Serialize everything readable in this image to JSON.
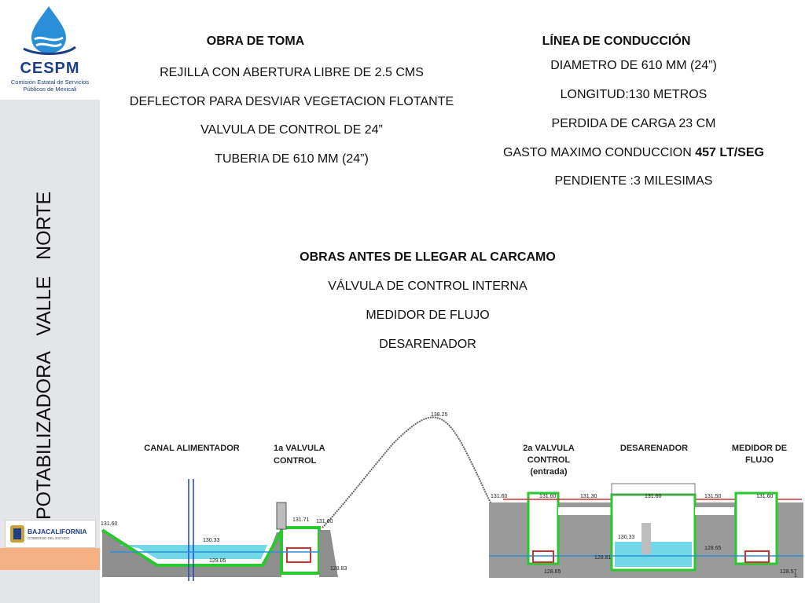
{
  "logo": {
    "name": "CESPM",
    "subtitle_line1": "Comisión Estatal de Servicios",
    "subtitle_line2": "Públicos de Mexicali"
  },
  "side_title": "POTABILIZADORA   VALLE   NORTE",
  "bc_logo": {
    "name": "BAJACALIFORNIA",
    "sub": "GOBIERNO DEL ESTADO"
  },
  "obra_toma": {
    "heading": "OBRA DE TOMA",
    "items": [
      "REJILLA CON  ABERTURA LIBRE DE 2.5 CMS",
      "DEFLECTOR PARA DESVIAR VEGETACION FLOTANTE",
      "VALVULA DE CONTROL DE 24”",
      "TUBERIA DE 610 MM (24”)"
    ]
  },
  "linea_conduccion": {
    "heading": "LÍNEA DE CONDUCCIÓN",
    "items": [
      "DIAMETRO DE 610 MM (24”)",
      "LONGITUD:130 METROS",
      "PERDIDA DE CARGA 23 CM"
    ],
    "gasto_prefix": "GASTO MAXIMO CONDUCCION ",
    "gasto_value": "457 LT/SEG",
    "pendiente": "PENDIENTE :3 MILESIMAS"
  },
  "obras_antes": {
    "heading": "OBRAS ANTES DE LLEGAR AL CARCAMO",
    "items": [
      "VÁLVULA DE CONTROL INTERNA",
      "MEDIDOR DE FLUJO",
      "DESARENADOR"
    ]
  },
  "diagram": {
    "labels": {
      "canal": "CANAL ALIMENTADOR",
      "valvula1_l1": "1a VALVULA",
      "valvula1_l2": "CONTROL",
      "valvula2_l1": "2a VALVULA",
      "valvula2_l2": "CONTROL",
      "valvula2_l3": "(entrada)",
      "desarenador": "DESARENADOR",
      "medidor_l1": "MEDIDOR DE",
      "medidor_l2": "FLUJO"
    },
    "levels": {
      "peak": "138.25",
      "canal_top": "131.60",
      "canal_water": "130.33",
      "canal_bottom": "129.05",
      "v1_top": "131.71",
      "v1_right": "131.60",
      "v1_bottom": "128.83",
      "v2_left": "131.60",
      "v2_top": "131.60",
      "mid_pipe": "131.30",
      "des_top": "131.60",
      "des_water": "130.33",
      "des_bottom": "128.65",
      "v2_bottom": "128.81",
      "med_top": "131.60",
      "med_left": "131.50",
      "med_bottom": "128.57",
      "right_mid": "128.65"
    },
    "page_number": "1"
  }
}
